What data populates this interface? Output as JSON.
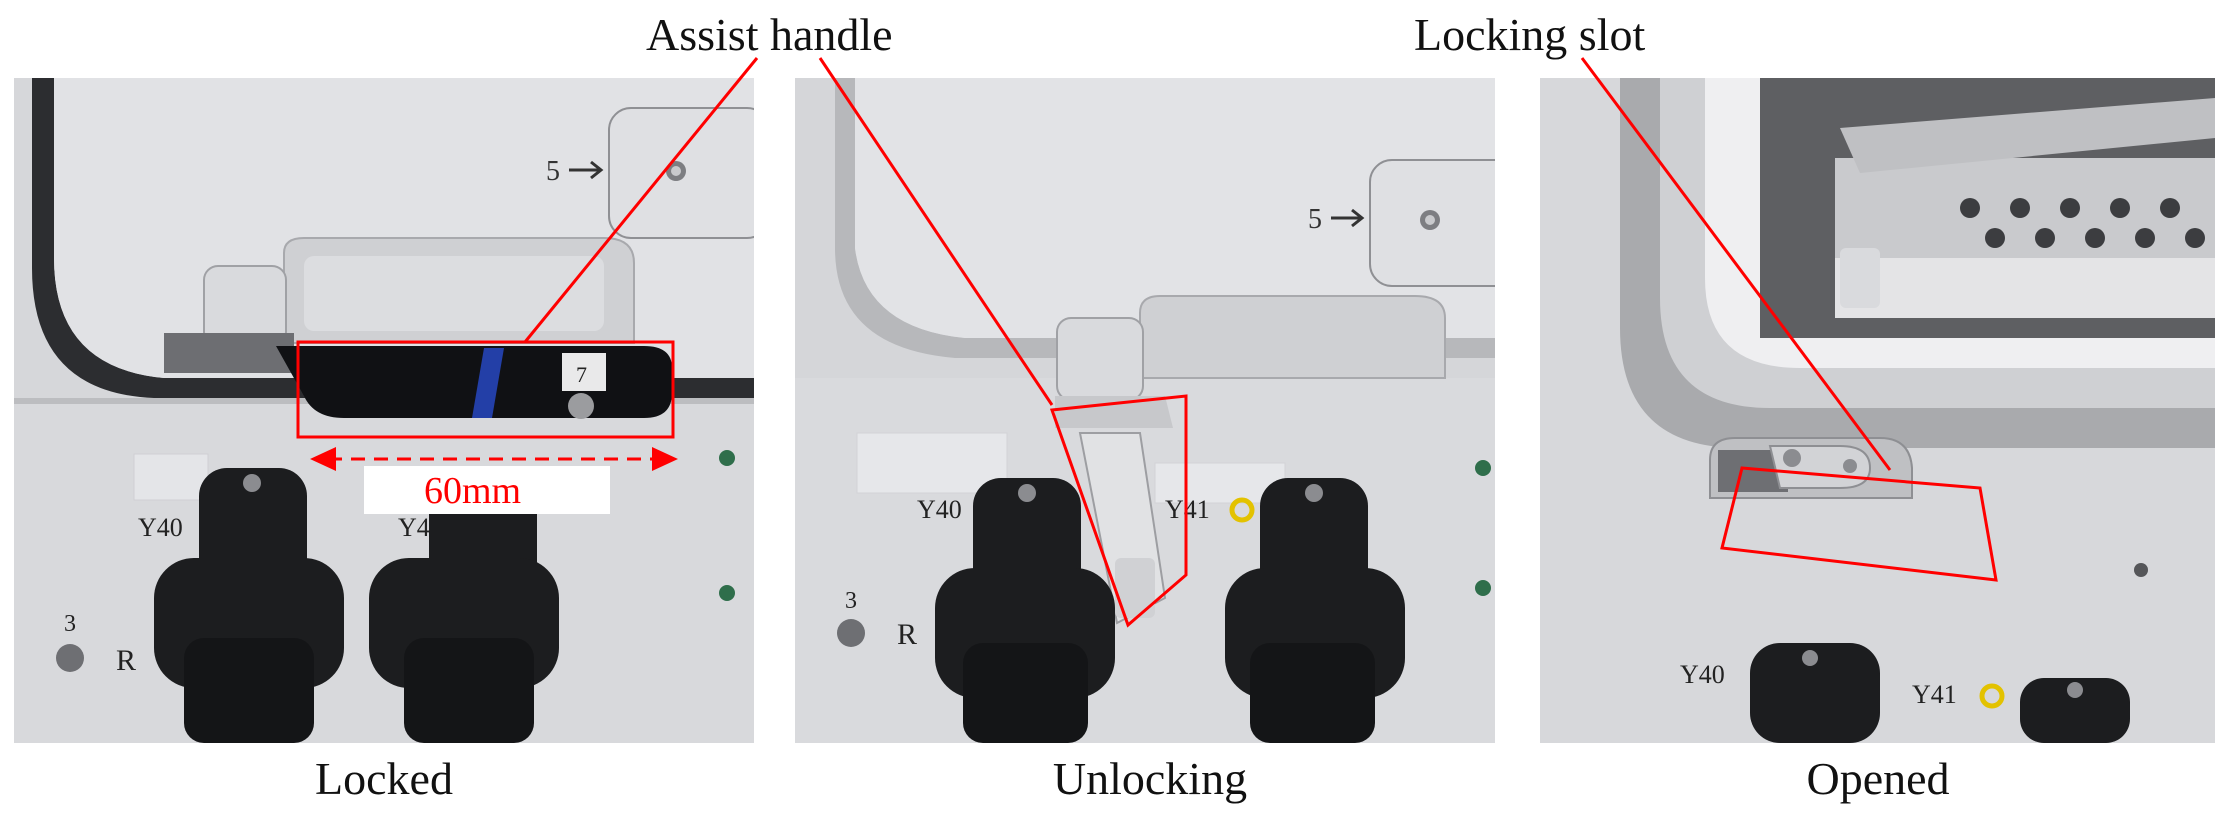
{
  "callouts": {
    "assist_handle": "Assist handle",
    "locking_slot": "Locking slot"
  },
  "panels": {
    "locked": {
      "caption": "Locked",
      "dimension": "60mm",
      "marker_5": "5",
      "tag_7": "7",
      "port_y40": "Y40",
      "port_y41": "Y41",
      "marker_3": "3",
      "marker_r": "R"
    },
    "unlocking": {
      "caption": "Unlocking",
      "marker_5": "5",
      "port_y40": "Y40",
      "port_y41": "Y41",
      "marker_3": "3",
      "marker_r": "R"
    },
    "opened": {
      "caption": "Opened",
      "port_y40": "Y40",
      "port_y41": "Y41"
    }
  },
  "colors": {
    "annotation": "#ff0000",
    "panel_gray": "#dcdde0",
    "connector": "#1c1d1f",
    "ring": "#e3c200"
  }
}
